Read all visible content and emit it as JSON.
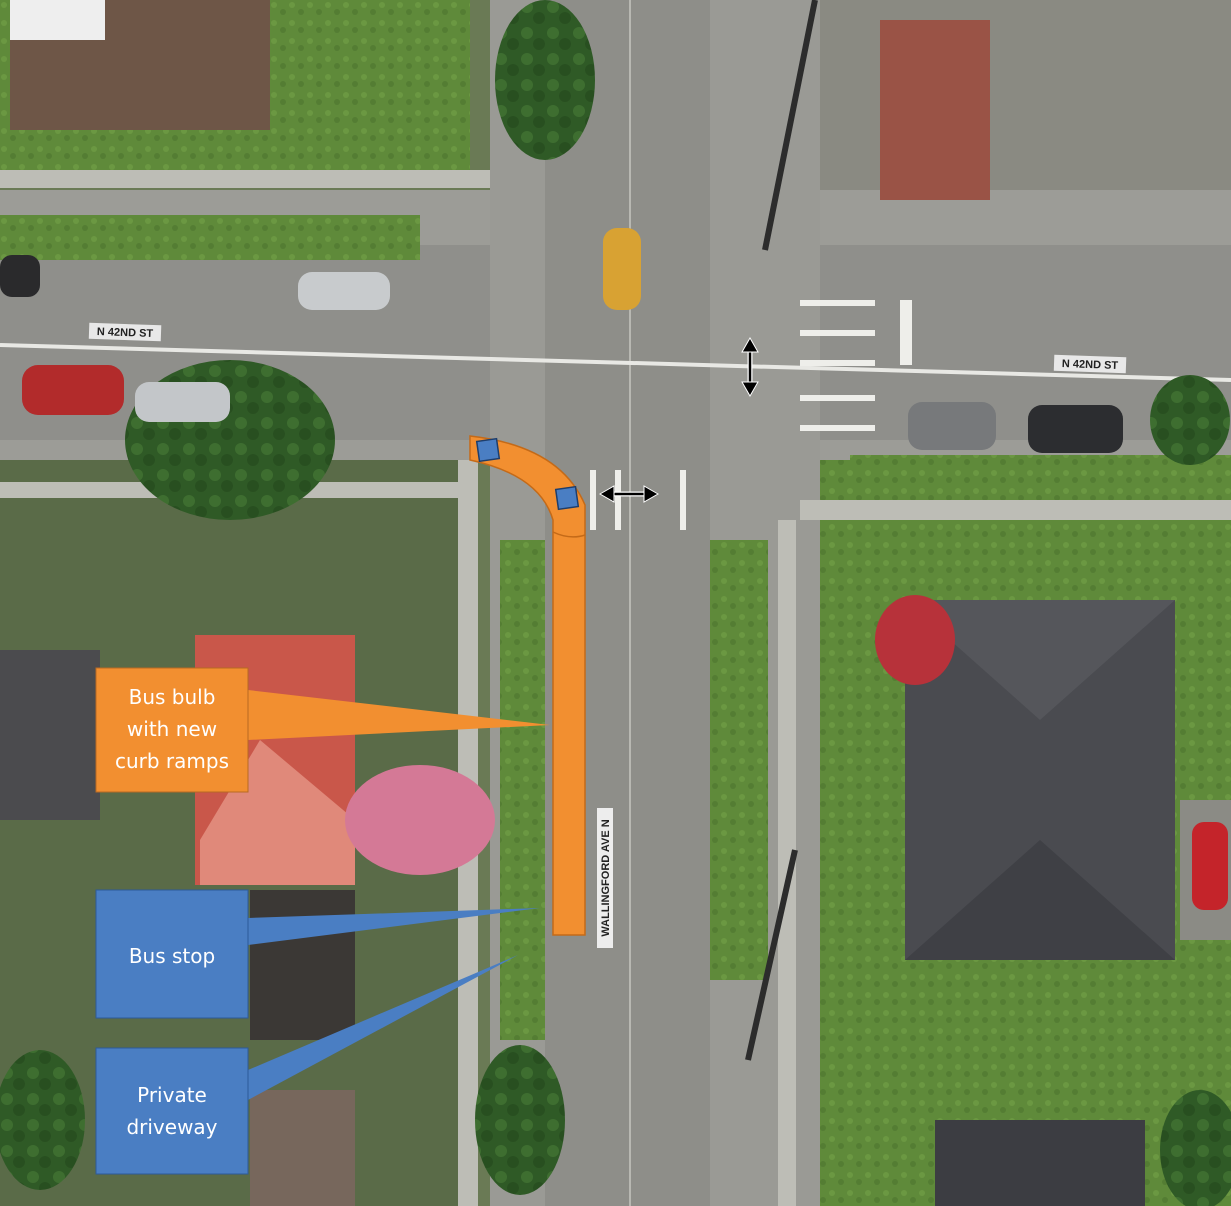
{
  "streets": {
    "n42nd_west": "N 42ND ST",
    "n42nd_east": "N 42ND ST",
    "wallingford": "WALLINGFORD AVE N"
  },
  "callouts": {
    "bus_bulb": [
      "Bus bulb",
      "with new",
      "curb ramps"
    ],
    "bus_stop": [
      "Bus stop"
    ],
    "driveway": [
      "Private",
      "driveway"
    ]
  },
  "colors": {
    "bulb": "#f28f30",
    "bulb_callout": "#f28f30",
    "stop_callout": "#4a7ec3",
    "ramp": "#4a7ec3"
  },
  "icons": [
    "double-arrow-vertical-icon",
    "double-arrow-horizontal-icon"
  ]
}
